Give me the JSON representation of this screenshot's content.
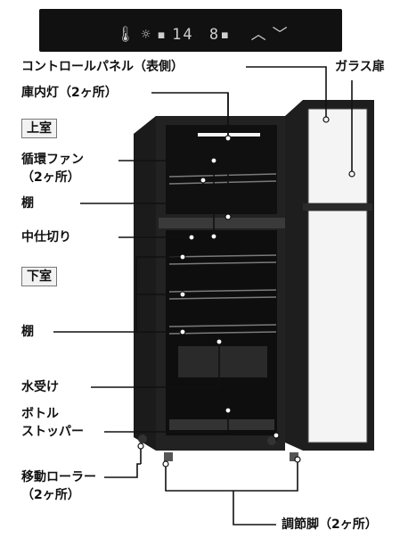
{
  "control_panel": {
    "thermometer_icon": "thermometer-icon",
    "light_icon": "light-icon",
    "display_left": "14",
    "display_right": "8",
    "up_icon": "chevron-up-icon",
    "down_icon": "chevron-down-icon"
  },
  "labels": {
    "control_panel_label": "コントロールパネル（表側）",
    "glass_door": "ガラス扉",
    "interior_light": "庫内灯（2ヶ所）",
    "upper_room": "上室",
    "fan_line1": "循環ファン",
    "fan_line2": "（2ヶ所）",
    "shelf_upper": "棚",
    "divider": "中仕切り",
    "lower_room": "下室",
    "shelf_lower": "棚",
    "drip_tray": "水受け",
    "stopper_line1": "ボトル",
    "stopper_line2": "ストッパー",
    "rollers_line1": "移動ローラー",
    "rollers_line2": "（2ヶ所）",
    "feet": "調節脚（2ヶ所）"
  }
}
